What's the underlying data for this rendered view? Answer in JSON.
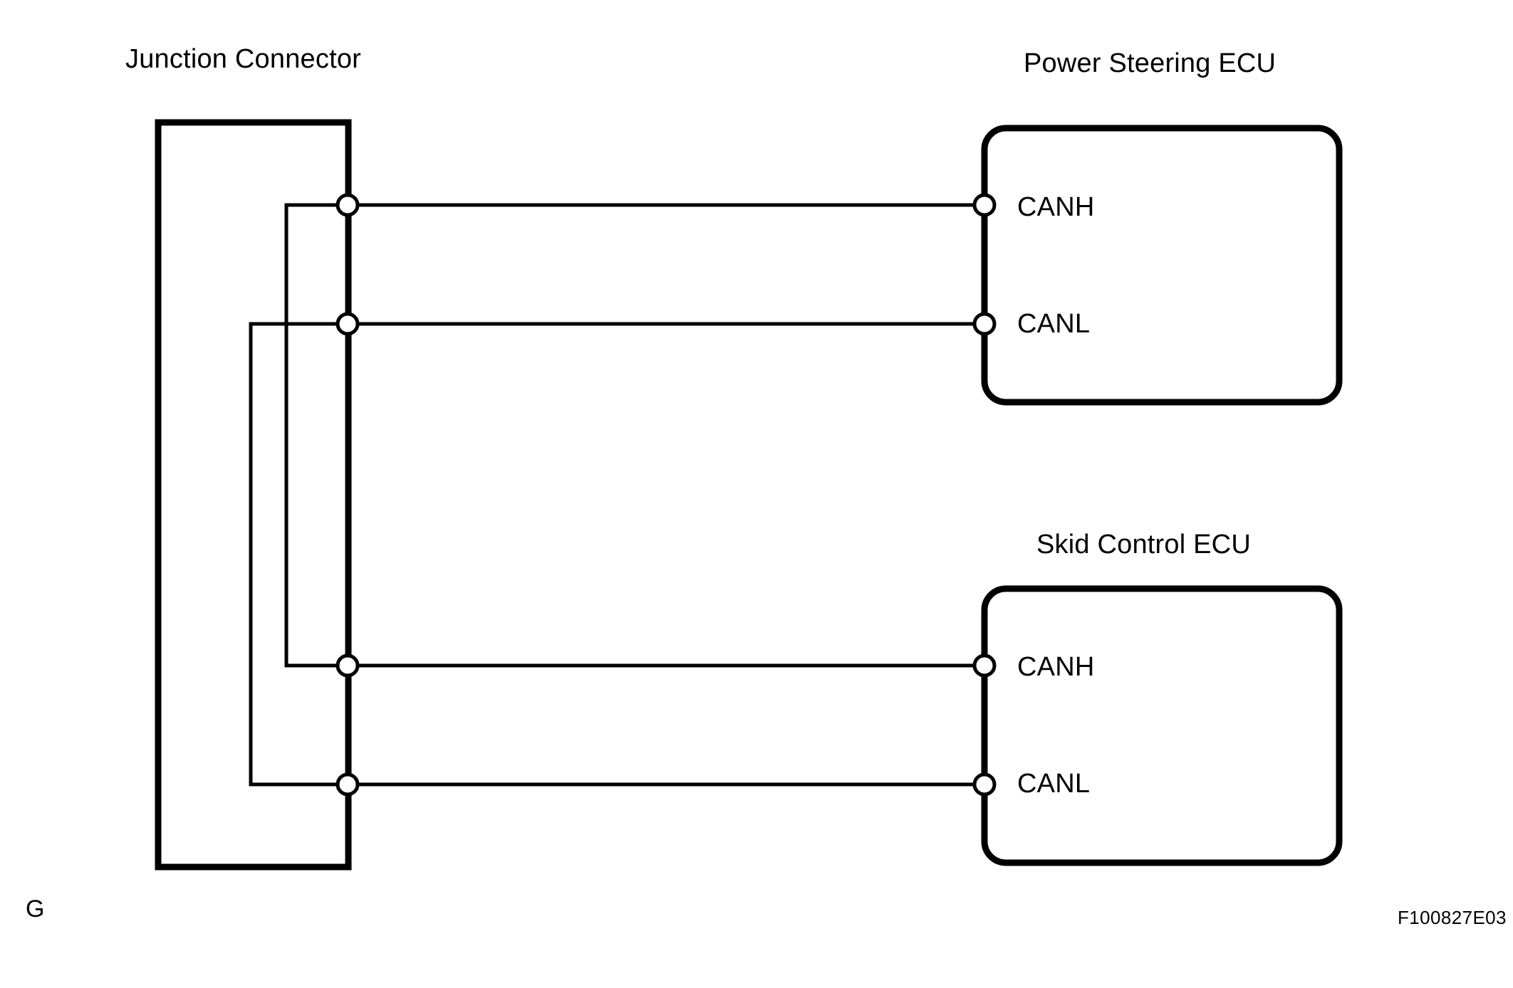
{
  "figure": {
    "code": "F100827E03",
    "corner_mark": "G",
    "background_color": "#ffffff",
    "line_color": "#000000"
  },
  "components": {
    "junction_connector": {
      "title": "Junction Connector",
      "shape": "rectangle",
      "terminals": [
        {
          "id": "jc-canh-ps",
          "signal": "CANH",
          "row": 1
        },
        {
          "id": "jc-canl-ps",
          "signal": "CANL",
          "row": 2
        },
        {
          "id": "jc-canh-skid",
          "signal": "CANH",
          "row": 3
        },
        {
          "id": "jc-canl-skid",
          "signal": "CANL",
          "row": 4
        }
      ]
    },
    "power_steering_ecu": {
      "title": "Power Steering ECU",
      "shape": "rounded-rectangle",
      "pins": [
        {
          "id": "ps-canh",
          "label": "CANH"
        },
        {
          "id": "ps-canl",
          "label": "CANL"
        }
      ]
    },
    "skid_control_ecu": {
      "title": "Skid Control ECU",
      "shape": "rounded-rectangle",
      "pins": [
        {
          "id": "sk-canh",
          "label": "CANH"
        },
        {
          "id": "sk-canl",
          "label": "CANL"
        }
      ]
    }
  },
  "connections": [
    {
      "id": "wire-ps-canh",
      "from": "jc-canh-ps",
      "to": "ps-canh",
      "signal": "CANH"
    },
    {
      "id": "wire-ps-canl",
      "from": "jc-canl-ps",
      "to": "ps-canl",
      "signal": "CANL"
    },
    {
      "id": "wire-sk-canh",
      "from": "jc-canh-skid",
      "to": "sk-canh",
      "signal": "CANH"
    },
    {
      "id": "wire-sk-canl",
      "from": "jc-canl-skid",
      "to": "sk-canl",
      "signal": "CANL"
    },
    {
      "id": "bus-link-canh",
      "from": "jc-canh-ps",
      "to": "jc-canh-skid",
      "signal": "CANH",
      "internal": true
    },
    {
      "id": "bus-link-canl",
      "from": "jc-canl-ps",
      "to": "jc-canl-skid",
      "signal": "CANL",
      "internal": true
    }
  ]
}
